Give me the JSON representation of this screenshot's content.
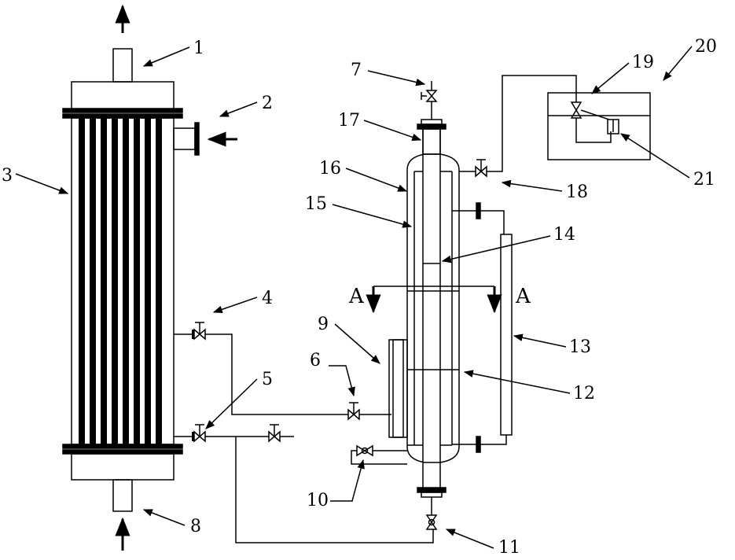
{
  "labels": {
    "l1": "1",
    "l2": "2",
    "l3": "3",
    "l4": "4",
    "l5": "5",
    "l6": "6",
    "l7": "7",
    "l8": "8",
    "l9": "9",
    "l10": "10",
    "l11": "11",
    "l12": "12",
    "l13": "13",
    "l14": "14",
    "l15": "15",
    "l16": "16",
    "l17": "17",
    "l18": "18",
    "l19": "19",
    "l20": "20",
    "l21": "21"
  },
  "section": {
    "left": "A",
    "right": "A"
  },
  "colors": {
    "stroke": "#000000",
    "background": "#ffffff"
  }
}
